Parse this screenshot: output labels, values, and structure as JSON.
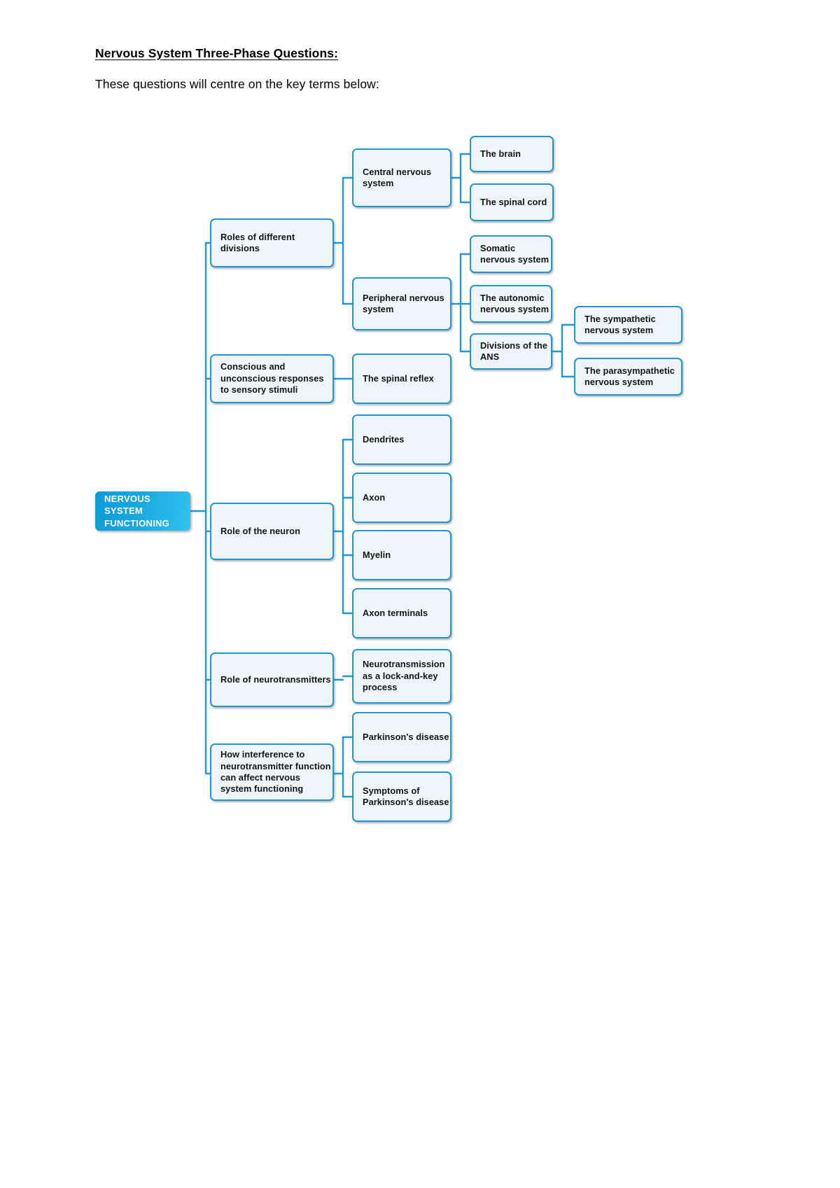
{
  "document": {
    "title": "Nervous System Three-Phase Questions:",
    "subtitle": "These questions will centre on the key terms below:"
  },
  "theme": {
    "node_fill": "#eef6fb",
    "node_border": "#2196d6",
    "connector": "#2196d6",
    "root_gradient_from": "#0b9bd9",
    "root_gradient_to": "#31c2ef",
    "root_text": "#ffffff",
    "text": "#151515"
  },
  "mindmap": {
    "root": {
      "label": "NERVOUS SYSTEM FUNCTIONING"
    },
    "nodes": {
      "roles_of_different_divisions": "Roles of different divisions",
      "central_nervous_system": "Central nervous system",
      "the_brain": "The brain",
      "the_spinal_cord": "The spinal cord",
      "peripheral_nervous_system": "Peripheral nervous system",
      "somatic_nervous_system": "Somatic nervous system",
      "the_autonomic_nervous_system": "The autonomic nervous system",
      "divisions_of_the_ans": "Divisions of the ANS",
      "the_sympathetic_nervous_system": "The sympathetic nervous system",
      "the_parasympathetic_nervous_system": "The parasympathetic nervous system",
      "conscious_and_unconscious_responses": "Conscious and unconscious responses to sensory stimuli",
      "the_spinal_reflex": "The spinal reflex",
      "role_of_the_neuron": "Role of the neuron",
      "dendrites": "Dendrites",
      "axon": "Axon",
      "myelin": "Myelin",
      "axon_terminals": "Axon terminals",
      "role_of_neurotransmitters": "Role of neurotransmitters",
      "neurotransmission_lock_and_key": "Neurotransmission as a lock-and-key process",
      "how_interference_affects_functioning": "How interference to neurotransmitter function can affect nervous system functioning",
      "parkinsons_disease": "Parkinson's disease",
      "symptoms_of_parkinsons_disease": "Symptoms of Parkinson's disease"
    }
  }
}
